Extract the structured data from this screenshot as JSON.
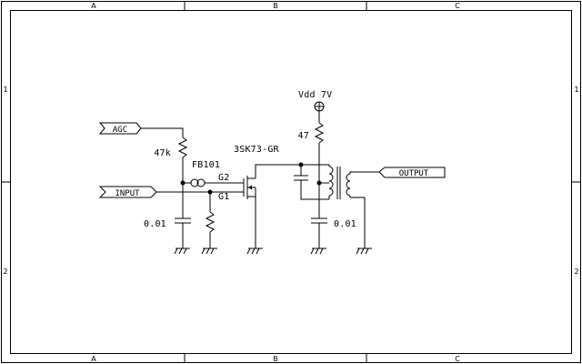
{
  "frame": {
    "columns": [
      "A",
      "B",
      "C"
    ],
    "rows": [
      "1",
      "2"
    ]
  },
  "ports": {
    "agc": "AGC",
    "input": "INPUT",
    "output": "OUTPUT"
  },
  "components": {
    "supply": "Vdd 7V",
    "r_gate_bias": "47k",
    "r_drain": "47",
    "ferrite": "FB101",
    "transistor": "3SK73-GR",
    "gate2": "G2",
    "gate1": "G1",
    "c_input": "0.01",
    "c_output": "0.01"
  }
}
